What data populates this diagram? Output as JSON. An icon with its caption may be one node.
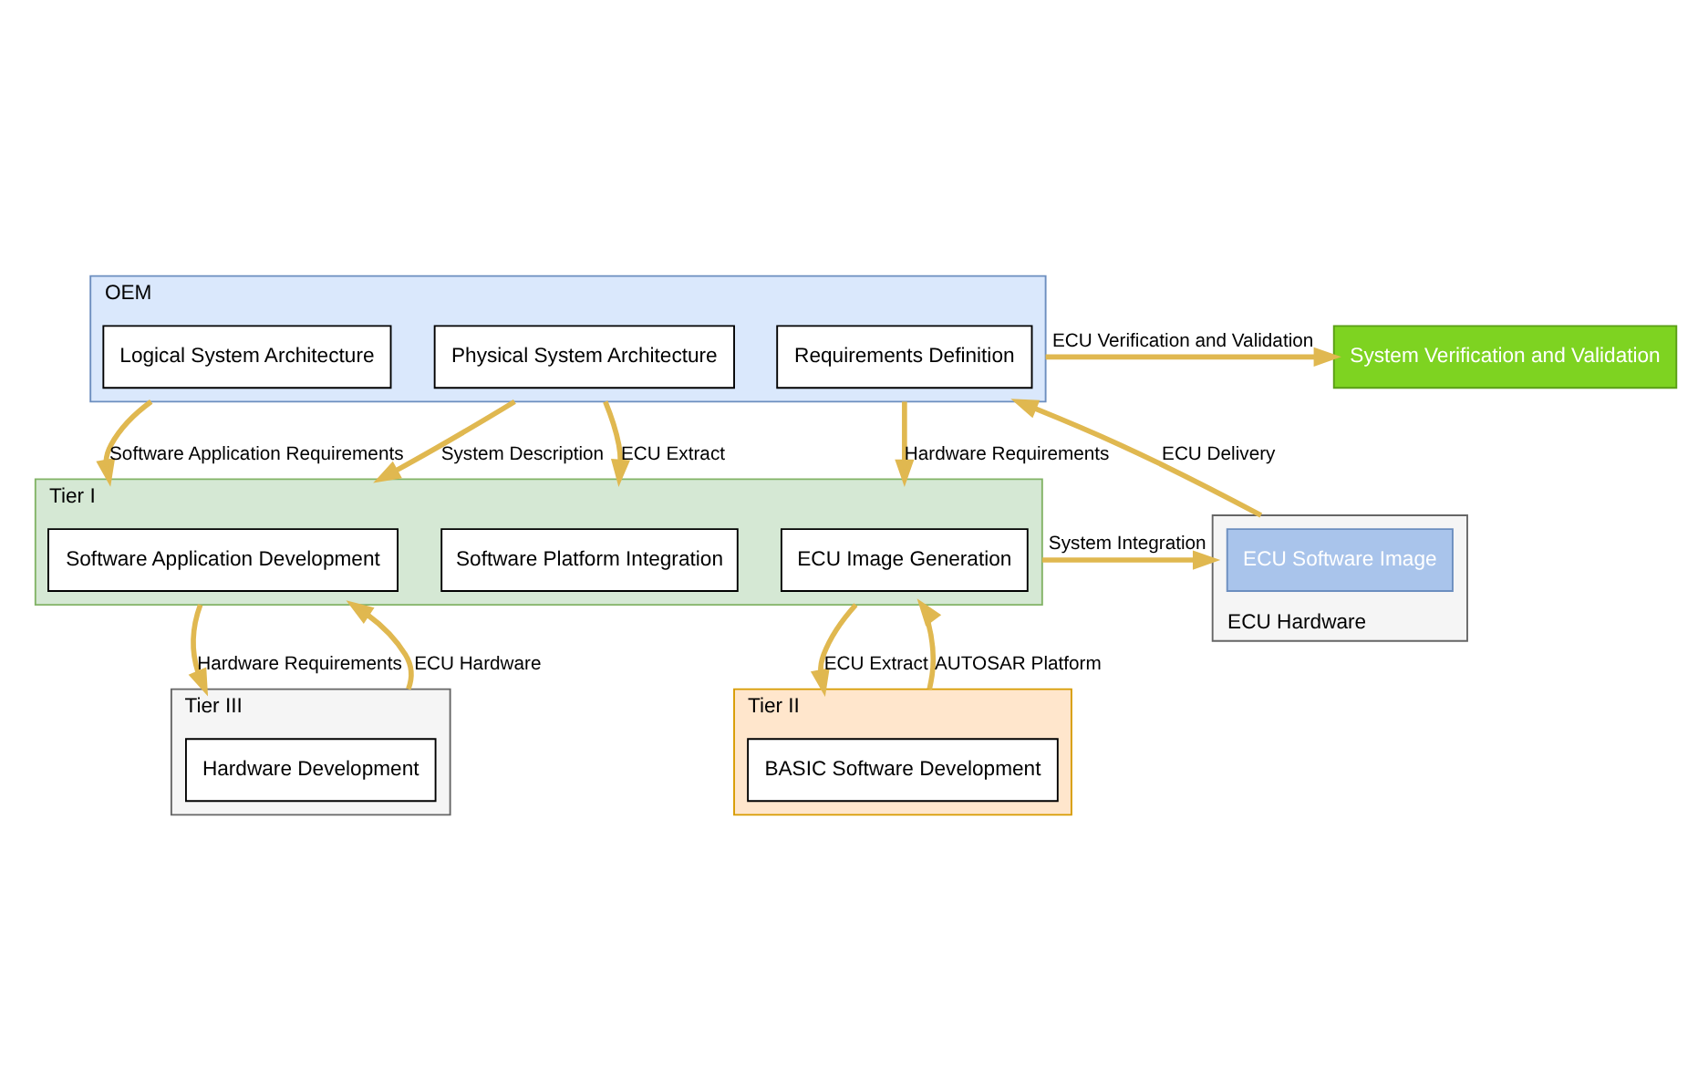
{
  "diagram": {
    "nodes": [
      {
        "text": [
          "OEM"
        ]
      },
      {
        "text": [
          "Logical System Architecture"
        ],
        "in": 0
      },
      {
        "text": [
          "Physical System Architecture"
        ],
        "in": 0
      },
      {
        "text": [
          "Requirements Definition"
        ],
        "in": 0
      },
      {
        "text": [
          "System Verification and Validation"
        ]
      },
      {
        "text": [
          "Tier I"
        ]
      },
      {
        "text": [
          "Software Application Development"
        ],
        "in": 5
      },
      {
        "text": [
          "Software Platform Integration"
        ],
        "in": 5
      },
      {
        "text": [
          "ECU Image Generation"
        ],
        "in": 5
      },
      {
        "text": [
          "ECU Hardware"
        ]
      },
      {
        "text": [
          "ECU Software Image"
        ],
        "in": 9
      },
      {
        "text": [
          "Tier II"
        ]
      },
      {
        "text": [
          "BASIC Software Development"
        ],
        "in": 11
      },
      {
        "text": [
          "Tier III"
        ]
      },
      {
        "text": [
          "Hardware Development"
        ],
        "in": 13
      }
    ],
    "edges": [
      {
        "from": 0,
        "to": 5,
        "arrow": "to",
        "label": "Software Application Requirements"
      },
      {
        "from": 0,
        "to": 5,
        "arrow": "to",
        "label": "System Description"
      },
      {
        "from": 0,
        "to": 5,
        "arrow": "to",
        "label": "ECU Extract"
      },
      {
        "from": 0,
        "to": 5,
        "arrow": "to",
        "label": "Hardware Requirements"
      },
      {
        "from": 0,
        "to": 4,
        "arrow": "to",
        "label": "ECU Verification and Validation"
      },
      {
        "from": 9,
        "to": 0,
        "arrow": "to",
        "label": "ECU Delivery"
      },
      {
        "from": 5,
        "to": 9,
        "arrow": "to",
        "label": "System Integration"
      },
      {
        "from": 5,
        "to": 11,
        "arrow": "to",
        "label": "ECU Extract"
      },
      {
        "from": 11,
        "to": 5,
        "arrow": "to",
        "label": "AUTOSAR Platform"
      },
      {
        "from": 5,
        "to": 13,
        "arrow": "to",
        "label": "Hardware Requirements"
      },
      {
        "from": 13,
        "to": 5,
        "arrow": "to",
        "label": "ECU Hardware"
      }
    ]
  }
}
